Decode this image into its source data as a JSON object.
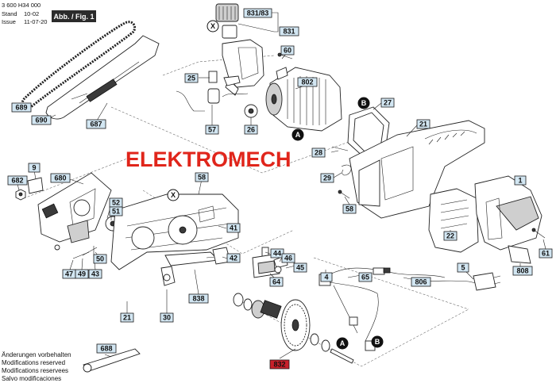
{
  "header": {
    "part_number": "3 600 H34 000",
    "stand_label": "Stand",
    "issue_label": "Issue",
    "stand_value": "10-02",
    "issue_value": "11-07-20",
    "figure_label": "Abb. / Fig. 1"
  },
  "watermark": "ELEKTROMECH",
  "footer_notes": [
    "Änderungen vorbehalten",
    "Modifications reserved",
    "Modifications reservees",
    "Salvo modificaciones"
  ],
  "markers": {
    "x": "X",
    "a": "A",
    "b": "B"
  },
  "callouts": {
    "c831_83": "831/83",
    "c831": "831",
    "c60": "60",
    "c802": "802",
    "c25": "25",
    "c57": "57",
    "c26": "26",
    "c27": "27",
    "c21a": "21",
    "c28": "28",
    "c29": "29",
    "c58a": "58",
    "c1": "1",
    "c22": "22",
    "c61": "61",
    "c808": "808",
    "c5": "5",
    "c806": "806",
    "c65": "65",
    "c4": "4",
    "c689": "689",
    "c690": "690",
    "c687": "687",
    "c9": "9",
    "c682": "682",
    "c680": "680",
    "c52": "52",
    "c51": "51",
    "c50": "50",
    "c47": "47",
    "c49": "49",
    "c43": "43",
    "c58b": "58",
    "c41": "41",
    "c42": "42",
    "c21b": "21",
    "c838": "838",
    "c30": "30",
    "c44": "44",
    "c46": "46",
    "c45": "45",
    "c64": "64",
    "c688": "688",
    "c832": "832"
  }
}
